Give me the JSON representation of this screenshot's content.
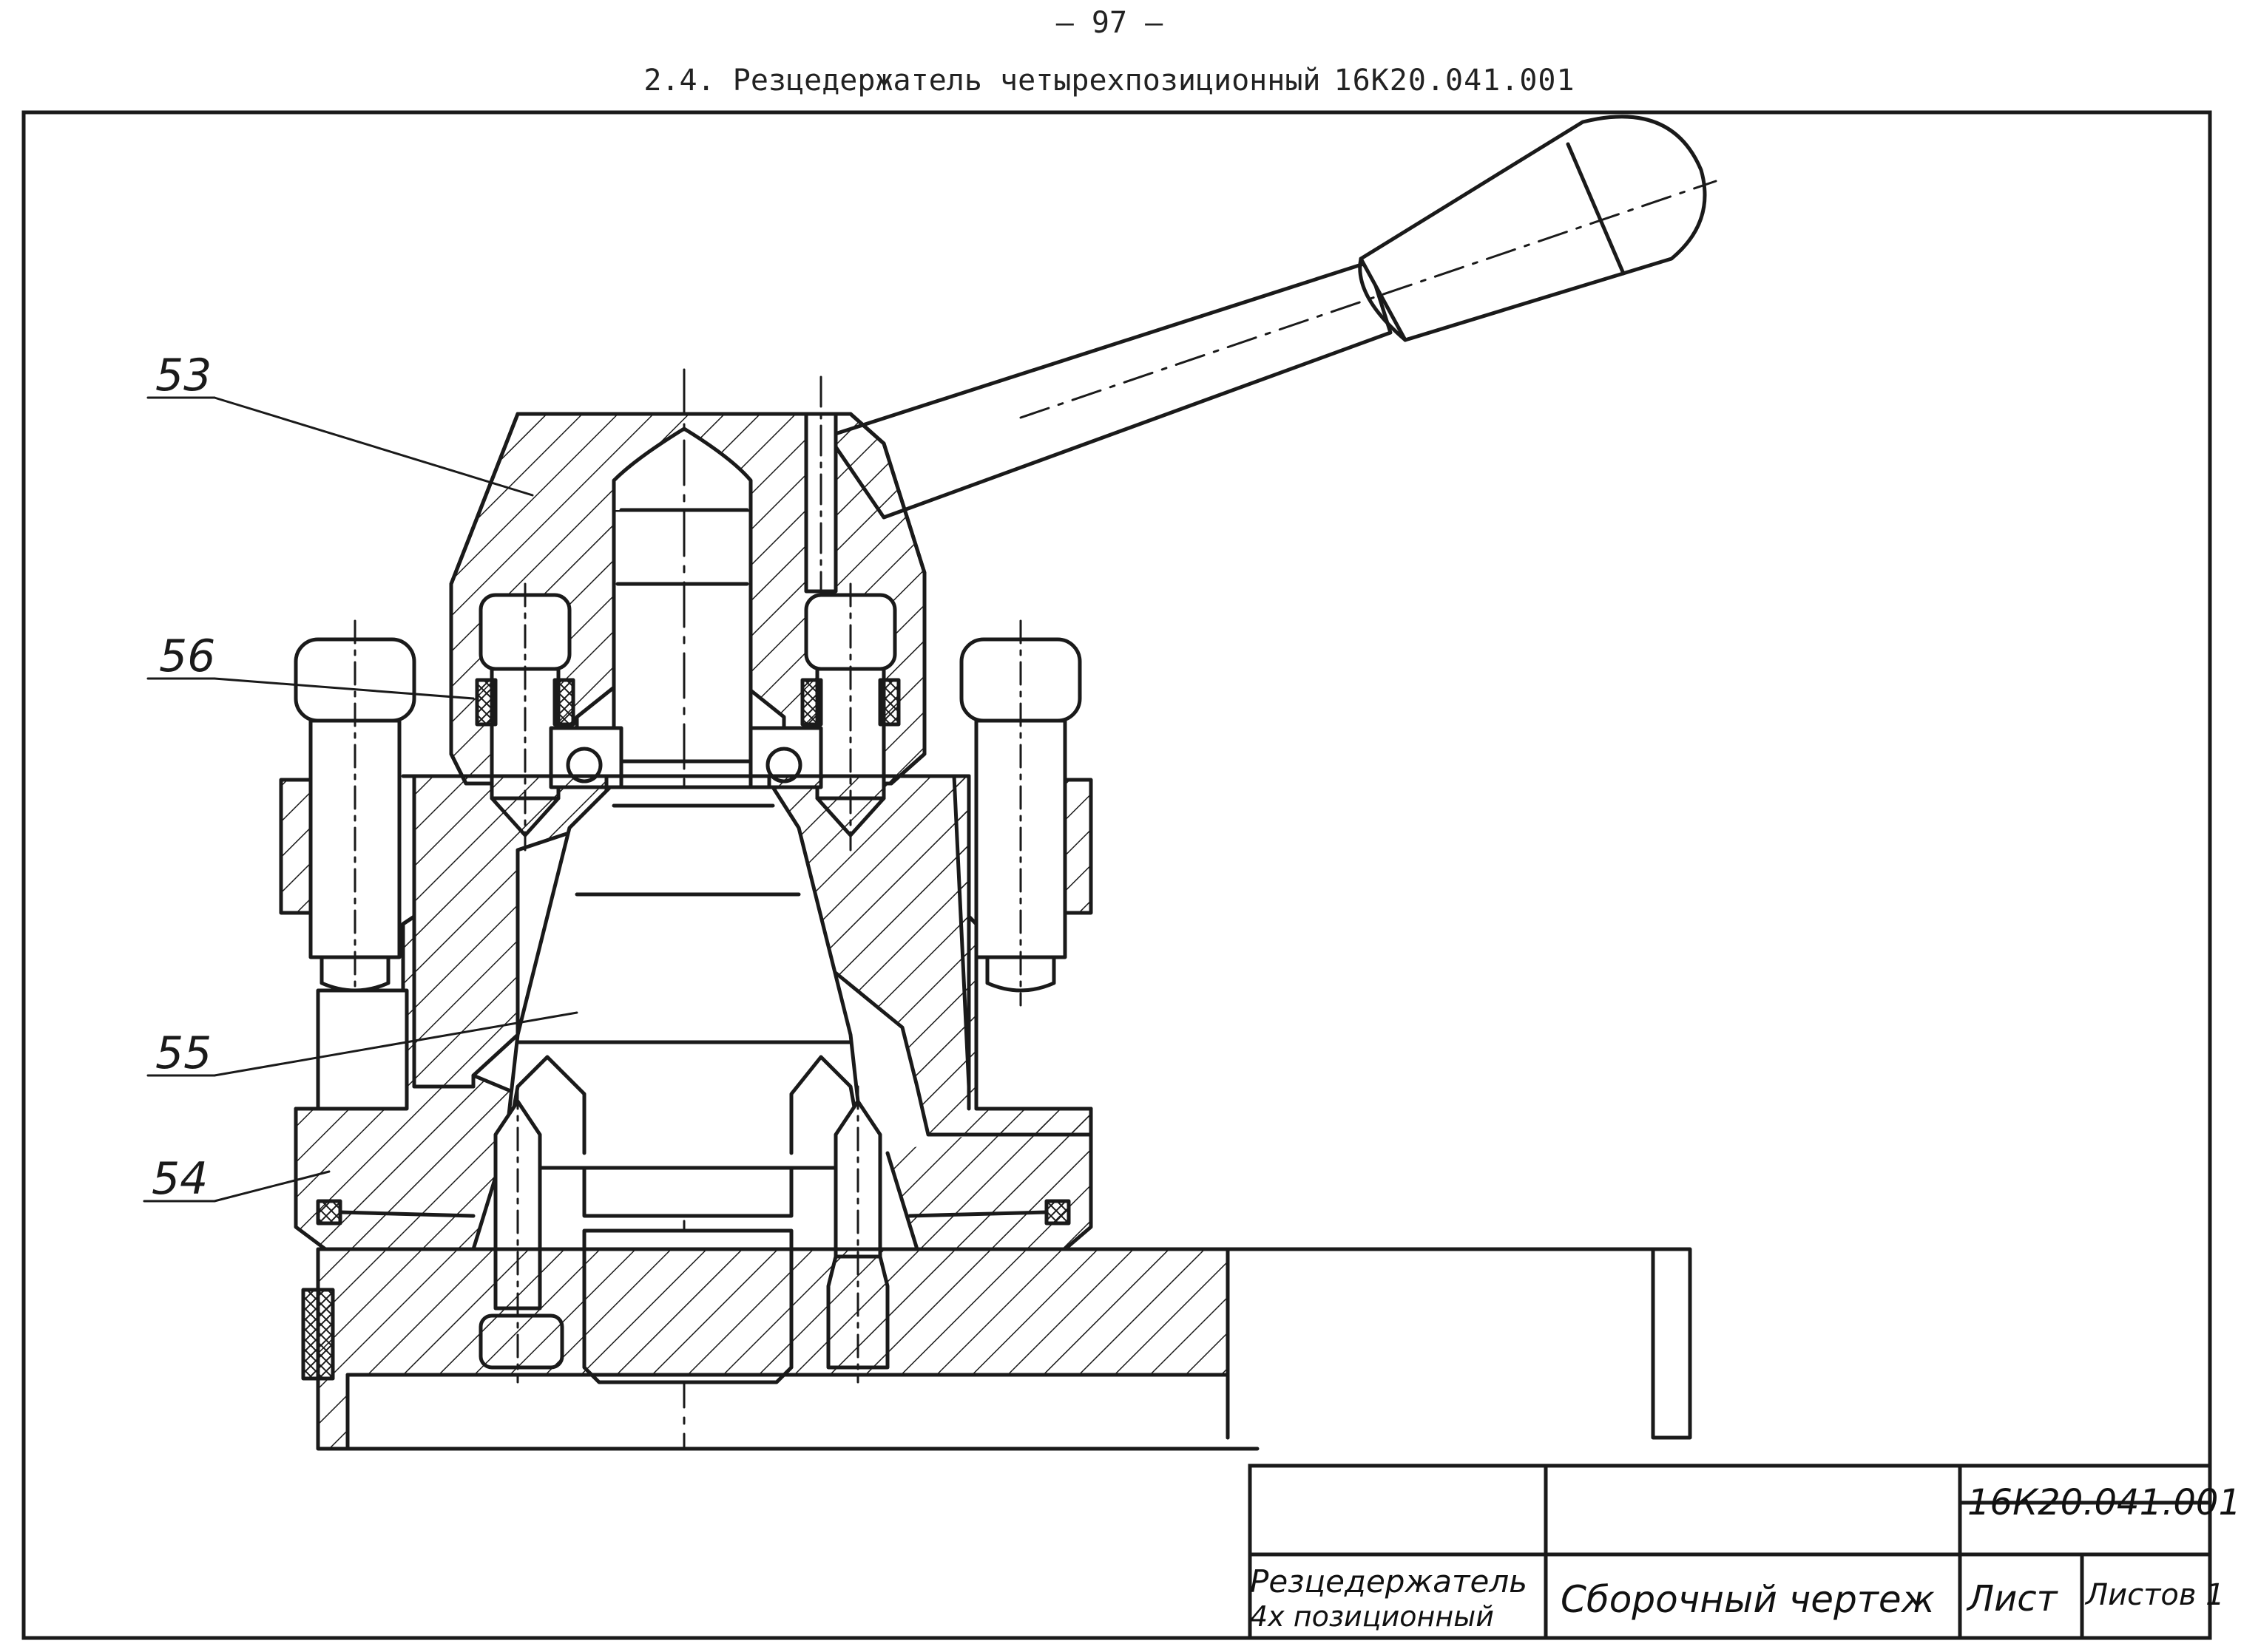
{
  "page_number": "– 97 –",
  "header": {
    "title": "2.4. Резцедержатель четырехпозиционный",
    "code": "16К20.041.001"
  },
  "callouts": [
    "53",
    "56",
    "55",
    "54"
  ],
  "title_block": {
    "designation": "16К20.041.001",
    "name_line1": "Резцедержатель",
    "name_line2": "4х позиционный",
    "document_type": "Сборочный чертеж",
    "sheet_label": "Лист",
    "sheets_label": "Листов 1"
  },
  "colors": {
    "ink": "#1a1a1a",
    "paper": "#ffffff"
  }
}
